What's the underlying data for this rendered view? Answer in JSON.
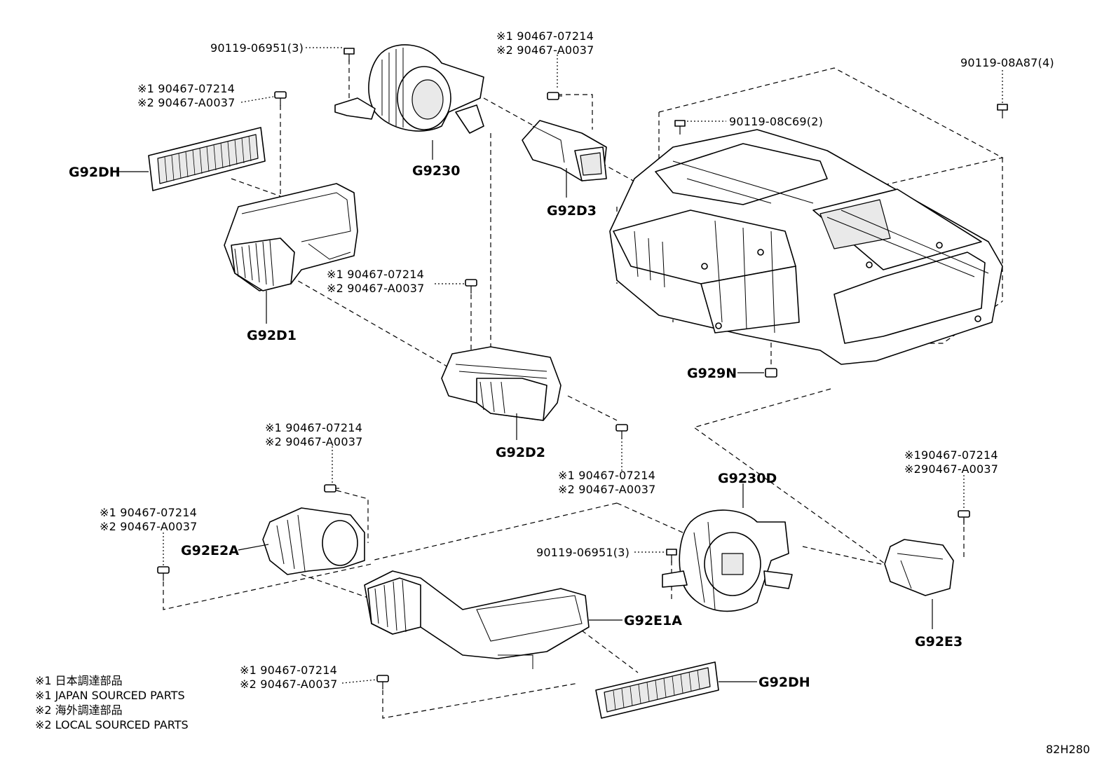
{
  "diagram": {
    "callouts": {
      "c_90119_06951_top": "90119-06951(3)",
      "c_clip_top_1": "※1 90467-07214",
      "c_clip_top_2": "※2 90467-A0037",
      "c_90119_08A87": "90119-08A87(4)",
      "c_clip_g92dh_1": "※1 90467-07214",
      "c_clip_g92dh_2": "※2 90467-A0037",
      "c_90119_08C69": "90119-08C69(2)",
      "c_clip_mid_1": "※1 90467-07214",
      "c_clip_mid_2": "※2 90467-A0037",
      "c_clip_left_1": "※1 90467-07214",
      "c_clip_left_2": "※2 90467-A0037",
      "c_clip_g92d2_1": "※1 90467-07214",
      "c_clip_g92d2_2": "※2 90467-A0037",
      "c_clip_right_1": "※190467-07214",
      "c_clip_right_2": "※290467-A0037",
      "c_clip_lower_1": "※1 90467-07214",
      "c_clip_lower_2": "※2 90467-A0037",
      "c_clip_bottom_1": "※1 90467-07214",
      "c_clip_bottom_2": "※2 90467-A0037",
      "c_90119_06951_lower": "90119-06951(3)"
    },
    "parts": {
      "g92dh_top": "G92DH",
      "g9230": "G9230",
      "g92d3": "G92D3",
      "g92d1": "G92D1",
      "g929n": "G929N",
      "g92d2": "G92D2",
      "g9230d": "G9230D",
      "g92e2a": "G92E2A",
      "g92e1a": "G92E1A",
      "g92e3": "G92E3",
      "g92dh_bottom": "G92DH"
    },
    "notes": [
      "※1 日本調達部品",
      "※1 JAPAN SOURCED PARTS",
      "※2 海外調達部品",
      "※2 LOCAL SOURCED PARTS"
    ],
    "illustration_id": "82H280"
  }
}
